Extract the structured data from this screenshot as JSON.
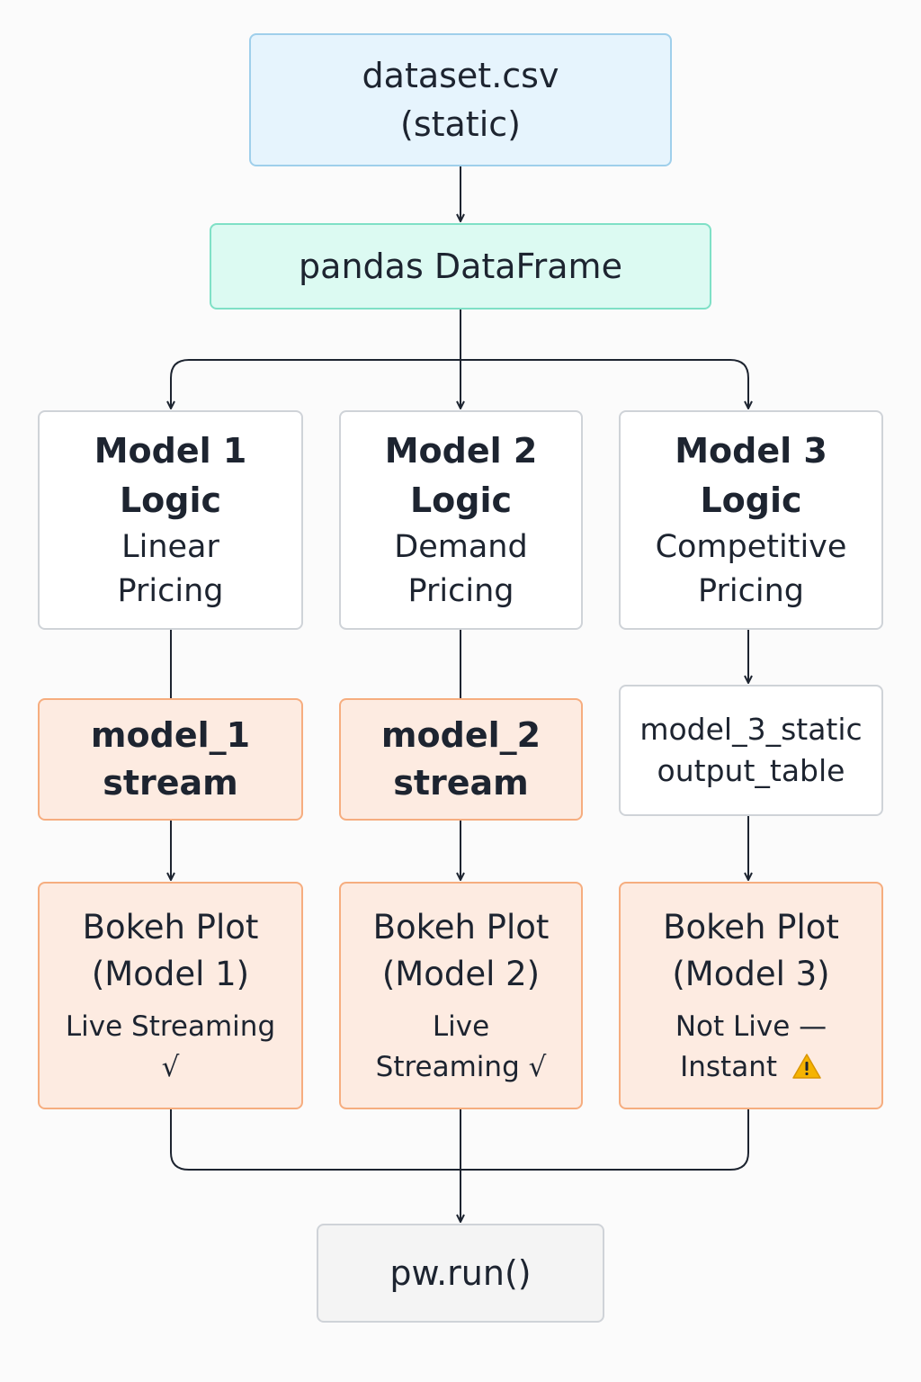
{
  "source": {
    "line1": "dataset.csv",
    "line2": "(static)"
  },
  "dataframe": {
    "label": "pandas DataFrame"
  },
  "models": [
    {
      "title1": "Model 1",
      "title2": "Logic",
      "desc1": "Linear",
      "desc2": "Pricing"
    },
    {
      "title1": "Model 2",
      "title2": "Logic",
      "desc1": "Demand",
      "desc2": "Pricing"
    },
    {
      "title1": "Model 3",
      "title2": "Logic",
      "desc1": "Competitive",
      "desc2": "Pricing"
    }
  ],
  "outputs": [
    {
      "line1": "model_1",
      "line2": "stream"
    },
    {
      "line1": "model_2",
      "line2": "stream"
    },
    {
      "line1": "model_3_static",
      "line2": "output_table"
    }
  ],
  "plots": [
    {
      "title1": "Bokeh Plot",
      "title2": "(Model 1)",
      "note1": "Live Streaming",
      "note2": "√"
    },
    {
      "title1": "Bokeh Plot",
      "title2": "(Model 2)",
      "note1": "Live",
      "note2": "Streaming √"
    },
    {
      "title1": "Bokeh Plot",
      "title2": "(Model 3)",
      "note1": "Not Live —",
      "note2": "Instant",
      "icon": "warning-icon"
    }
  ],
  "run": {
    "label": "pw.run()"
  },
  "colors": {
    "line": "#1d2430",
    "source_fill": "#e6f4fd",
    "dataframe_fill": "#dcfaf2",
    "stream_fill": "#fdebe1",
    "stream_border": "#f6ad7f",
    "warning": "#f5b301"
  }
}
